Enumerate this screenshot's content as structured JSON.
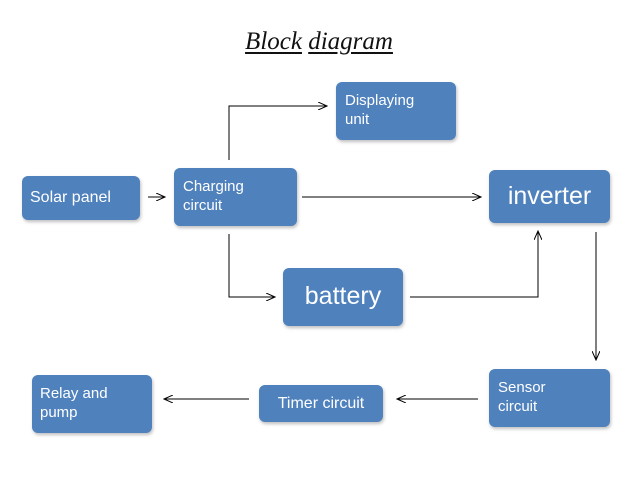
{
  "title": {
    "word1": "Block",
    "word2": "diagram"
  },
  "blocks": {
    "solar_panel": "Solar panel",
    "charging_circuit": "Charging\ncircuit",
    "displaying_unit": "Displaying\nunit",
    "inverter": "inverter",
    "battery": "battery",
    "sensor_circuit": "Sensor\ncircuit",
    "timer_circuit": "Timer circuit",
    "relay_pump": "Relay and\npump"
  },
  "colors": {
    "block_fill": "#4f81bd",
    "block_text": "#ffffff",
    "arrow": "#000000"
  }
}
